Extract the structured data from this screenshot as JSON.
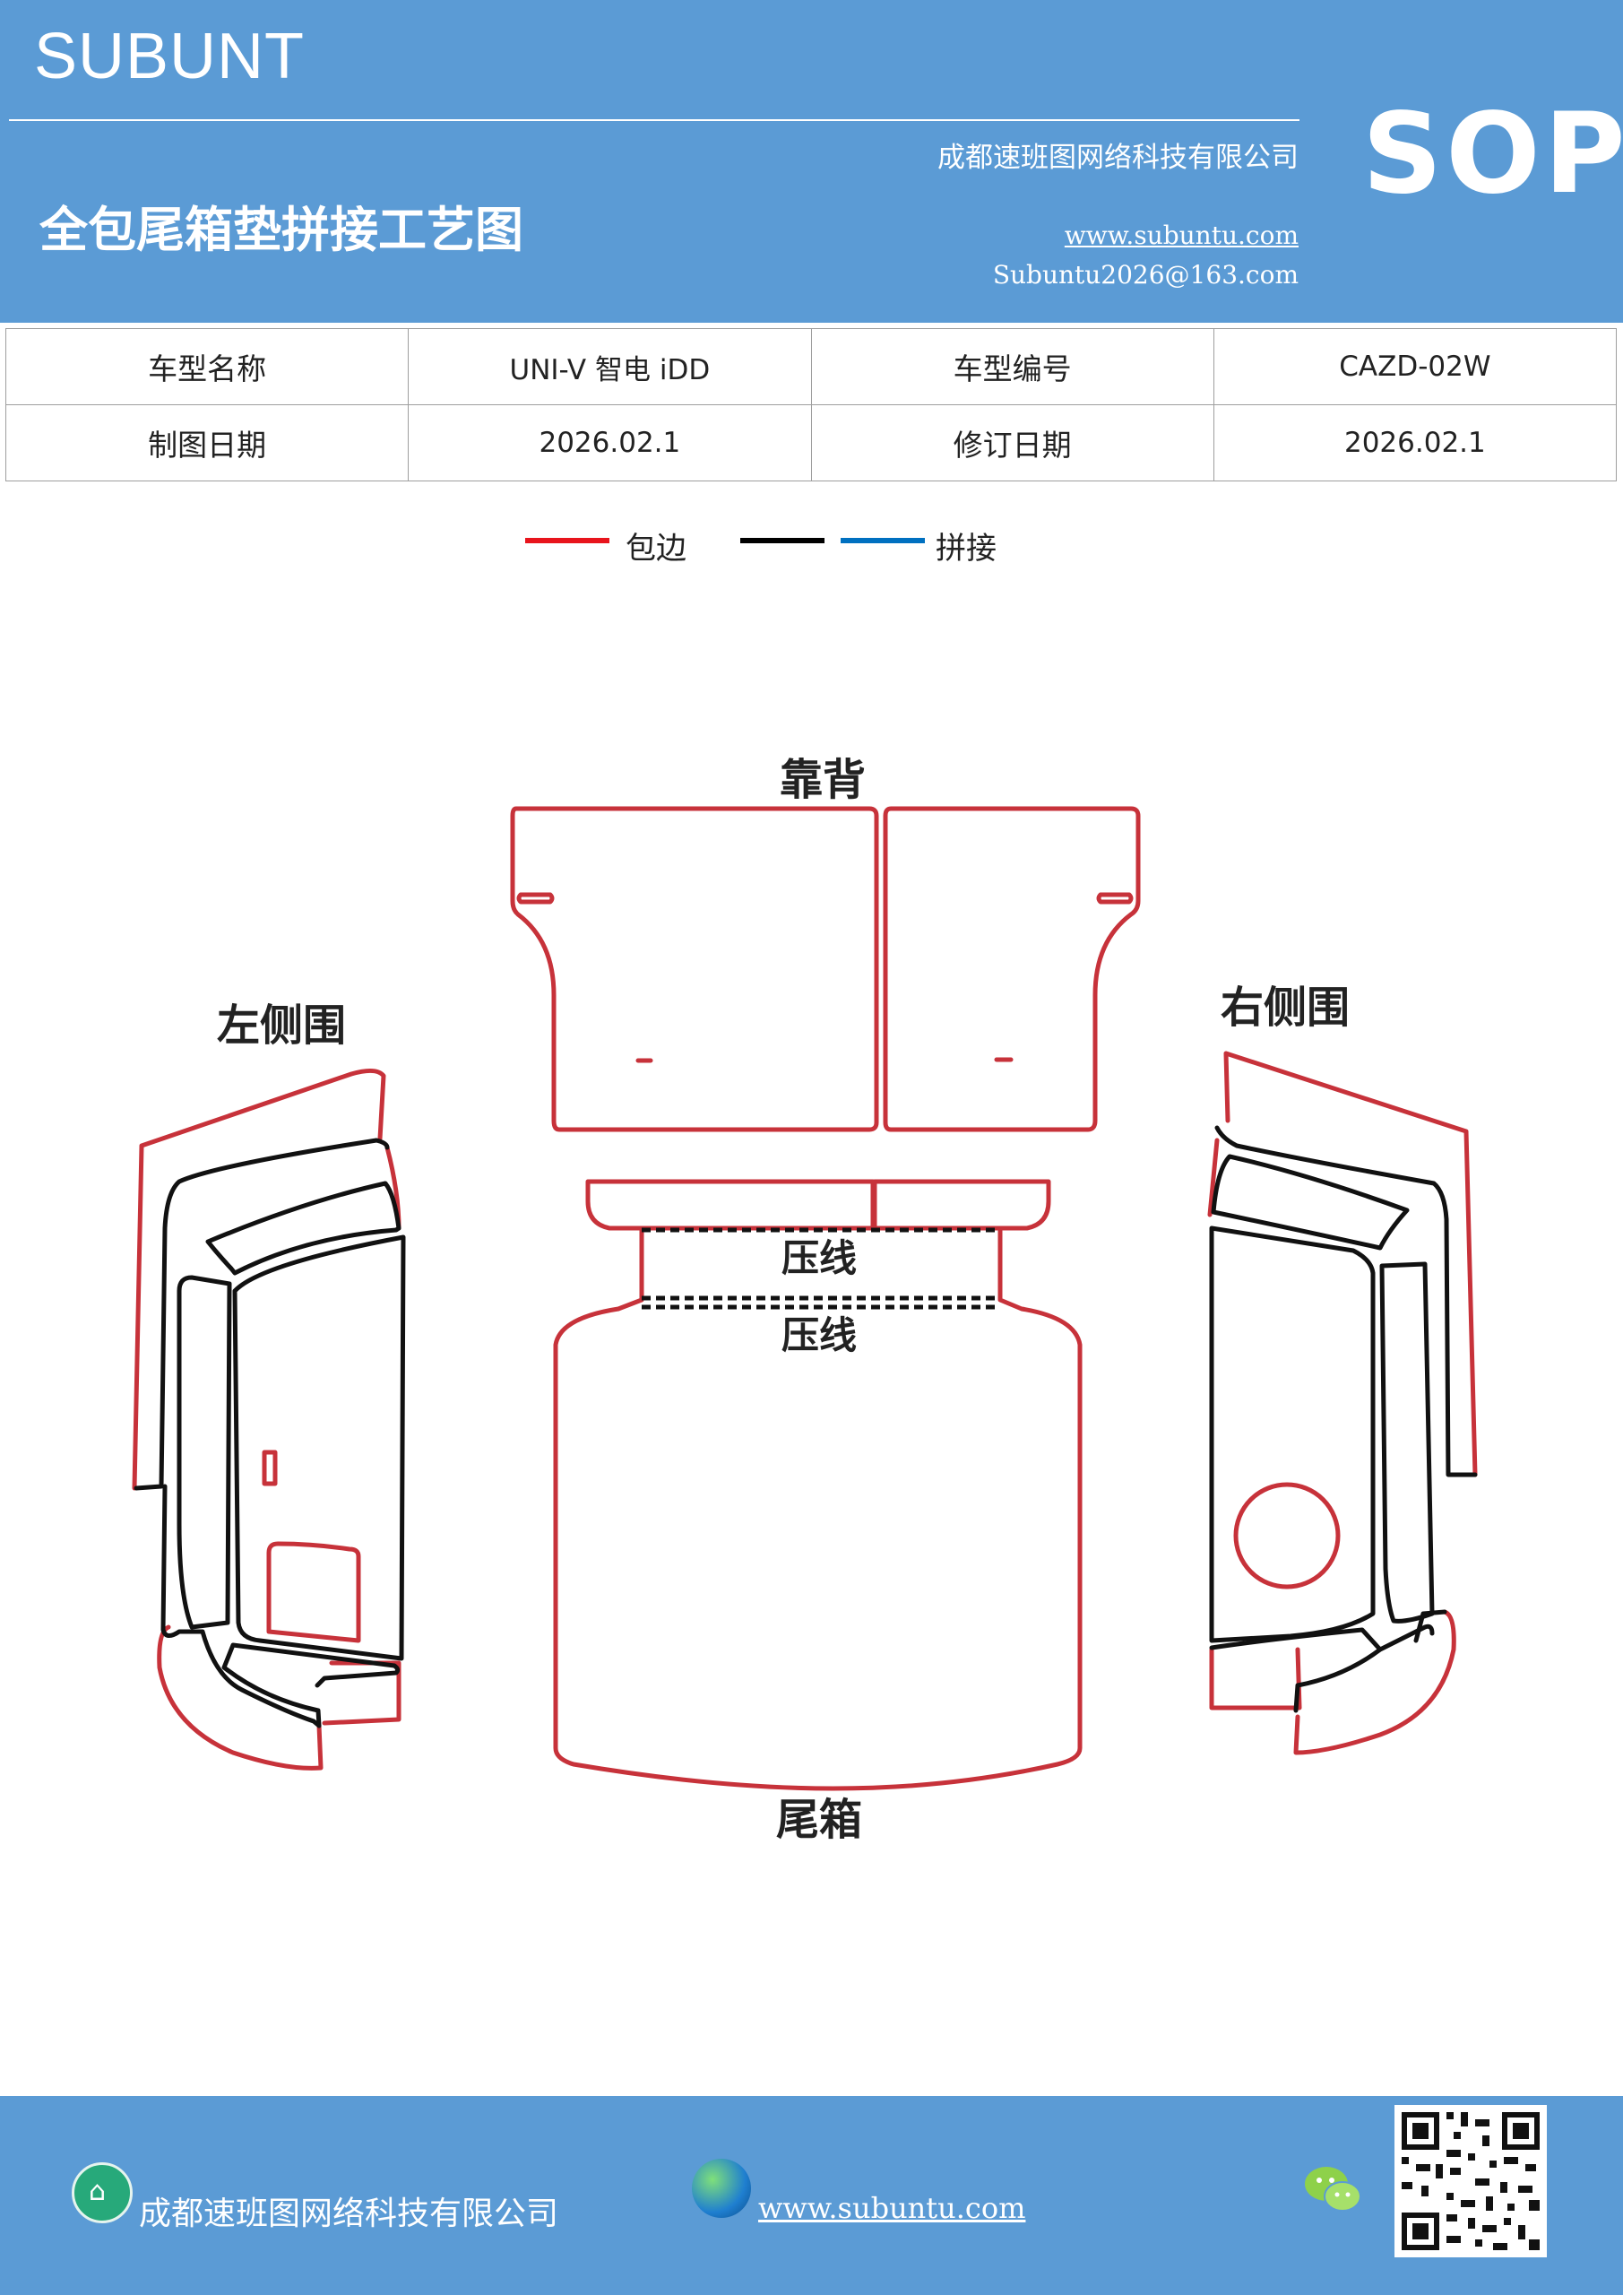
{
  "header": {
    "brand": "SUBUNT",
    "title": "全包尾箱垫拼接工艺图",
    "company": "成都速班图网络科技有限公司",
    "website": "www.subuntu.com",
    "email": "Subuntu2026@163.com",
    "sop": "SOP"
  },
  "info_table": {
    "rows": [
      [
        "车型名称",
        "UNI-V  智电 iDD",
        "车型编号",
        "CAZD-02W"
      ],
      [
        "制图日期",
        "2026.02.1",
        "修订日期",
        "2026.02.1"
      ]
    ]
  },
  "legend": {
    "items": [
      {
        "label": "包边",
        "colors": [
          "#e8141c"
        ]
      },
      {
        "label": "拼接",
        "colors": [
          "#000000",
          "#0070c0"
        ]
      }
    ]
  },
  "diagram": {
    "labels": {
      "backrest": "靠背",
      "left_side": "左侧围",
      "right_side": "右侧围",
      "press_line_1": "压线",
      "press_line_2": "压线",
      "trunk": "尾箱"
    },
    "colors": {
      "edge": "#c7323a",
      "seam": "#111111"
    }
  },
  "footer": {
    "company": "成都速班图网络科技有限公司",
    "website": "www.subuntu.com"
  }
}
